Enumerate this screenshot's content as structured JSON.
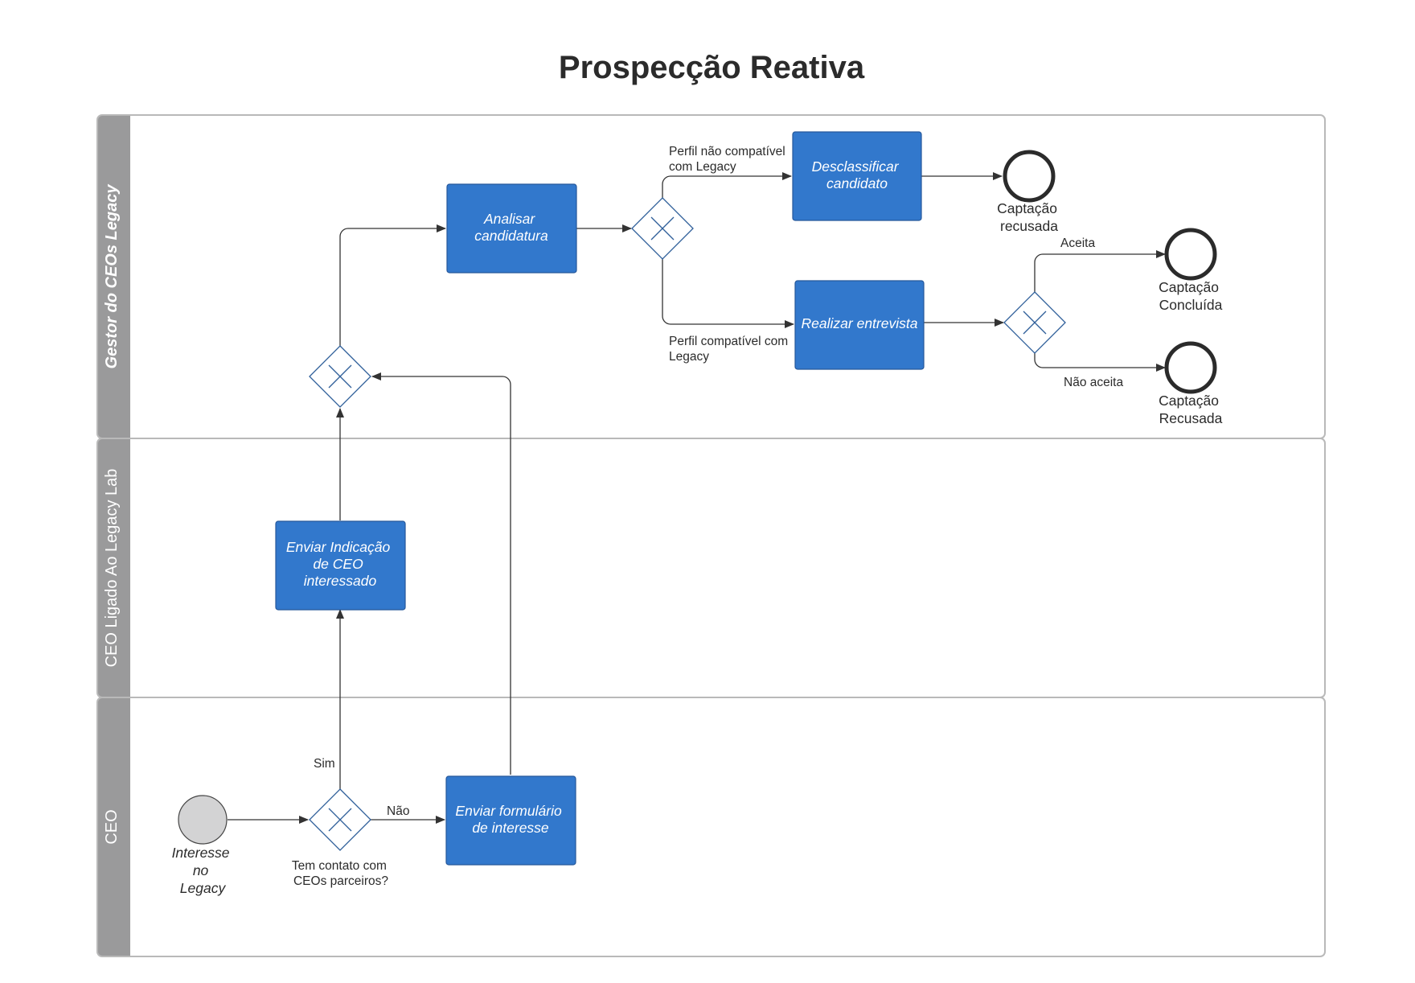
{
  "title": "Prospecção Reativa",
  "lanes": [
    {
      "label": "Gestor do CEOs Legacy"
    },
    {
      "label": "CEO Ligado Ao Legacy Lab"
    },
    {
      "label": "CEO"
    }
  ],
  "tasks": {
    "analisar": [
      "Analisar",
      "candidatura"
    ],
    "desclassificar": [
      "Desclassificar",
      "candidato"
    ],
    "entrevista": [
      "Realizar entrevista"
    ],
    "indicacao": [
      "Enviar Indicação",
      "de CEO",
      "interessado"
    ],
    "formulario": [
      "Enviar formulário",
      "de interesse"
    ]
  },
  "events": {
    "start": [
      "Interesse",
      "no",
      "Legacy"
    ],
    "end_recusada_1": [
      "Captação",
      "recusada"
    ],
    "end_concluida": [
      "Captação",
      "Concluída"
    ],
    "end_recusada_2": [
      "Captação",
      "Recusada"
    ]
  },
  "flow_labels": {
    "nao_compativel": [
      "Perfil não compatível",
      "com Legacy"
    ],
    "compativel": [
      "Perfil compatível com",
      "Legacy"
    ],
    "aceita": "Aceita",
    "nao_aceita": "Não aceita",
    "sim": "Sim",
    "nao": "Não",
    "pergunta": [
      "Tem contato com",
      "CEOs parceiros?"
    ]
  },
  "colors": {
    "task": "#3278cc",
    "lane_header": "#9a9a9b",
    "gateway_stroke": "#2f5f9a"
  }
}
